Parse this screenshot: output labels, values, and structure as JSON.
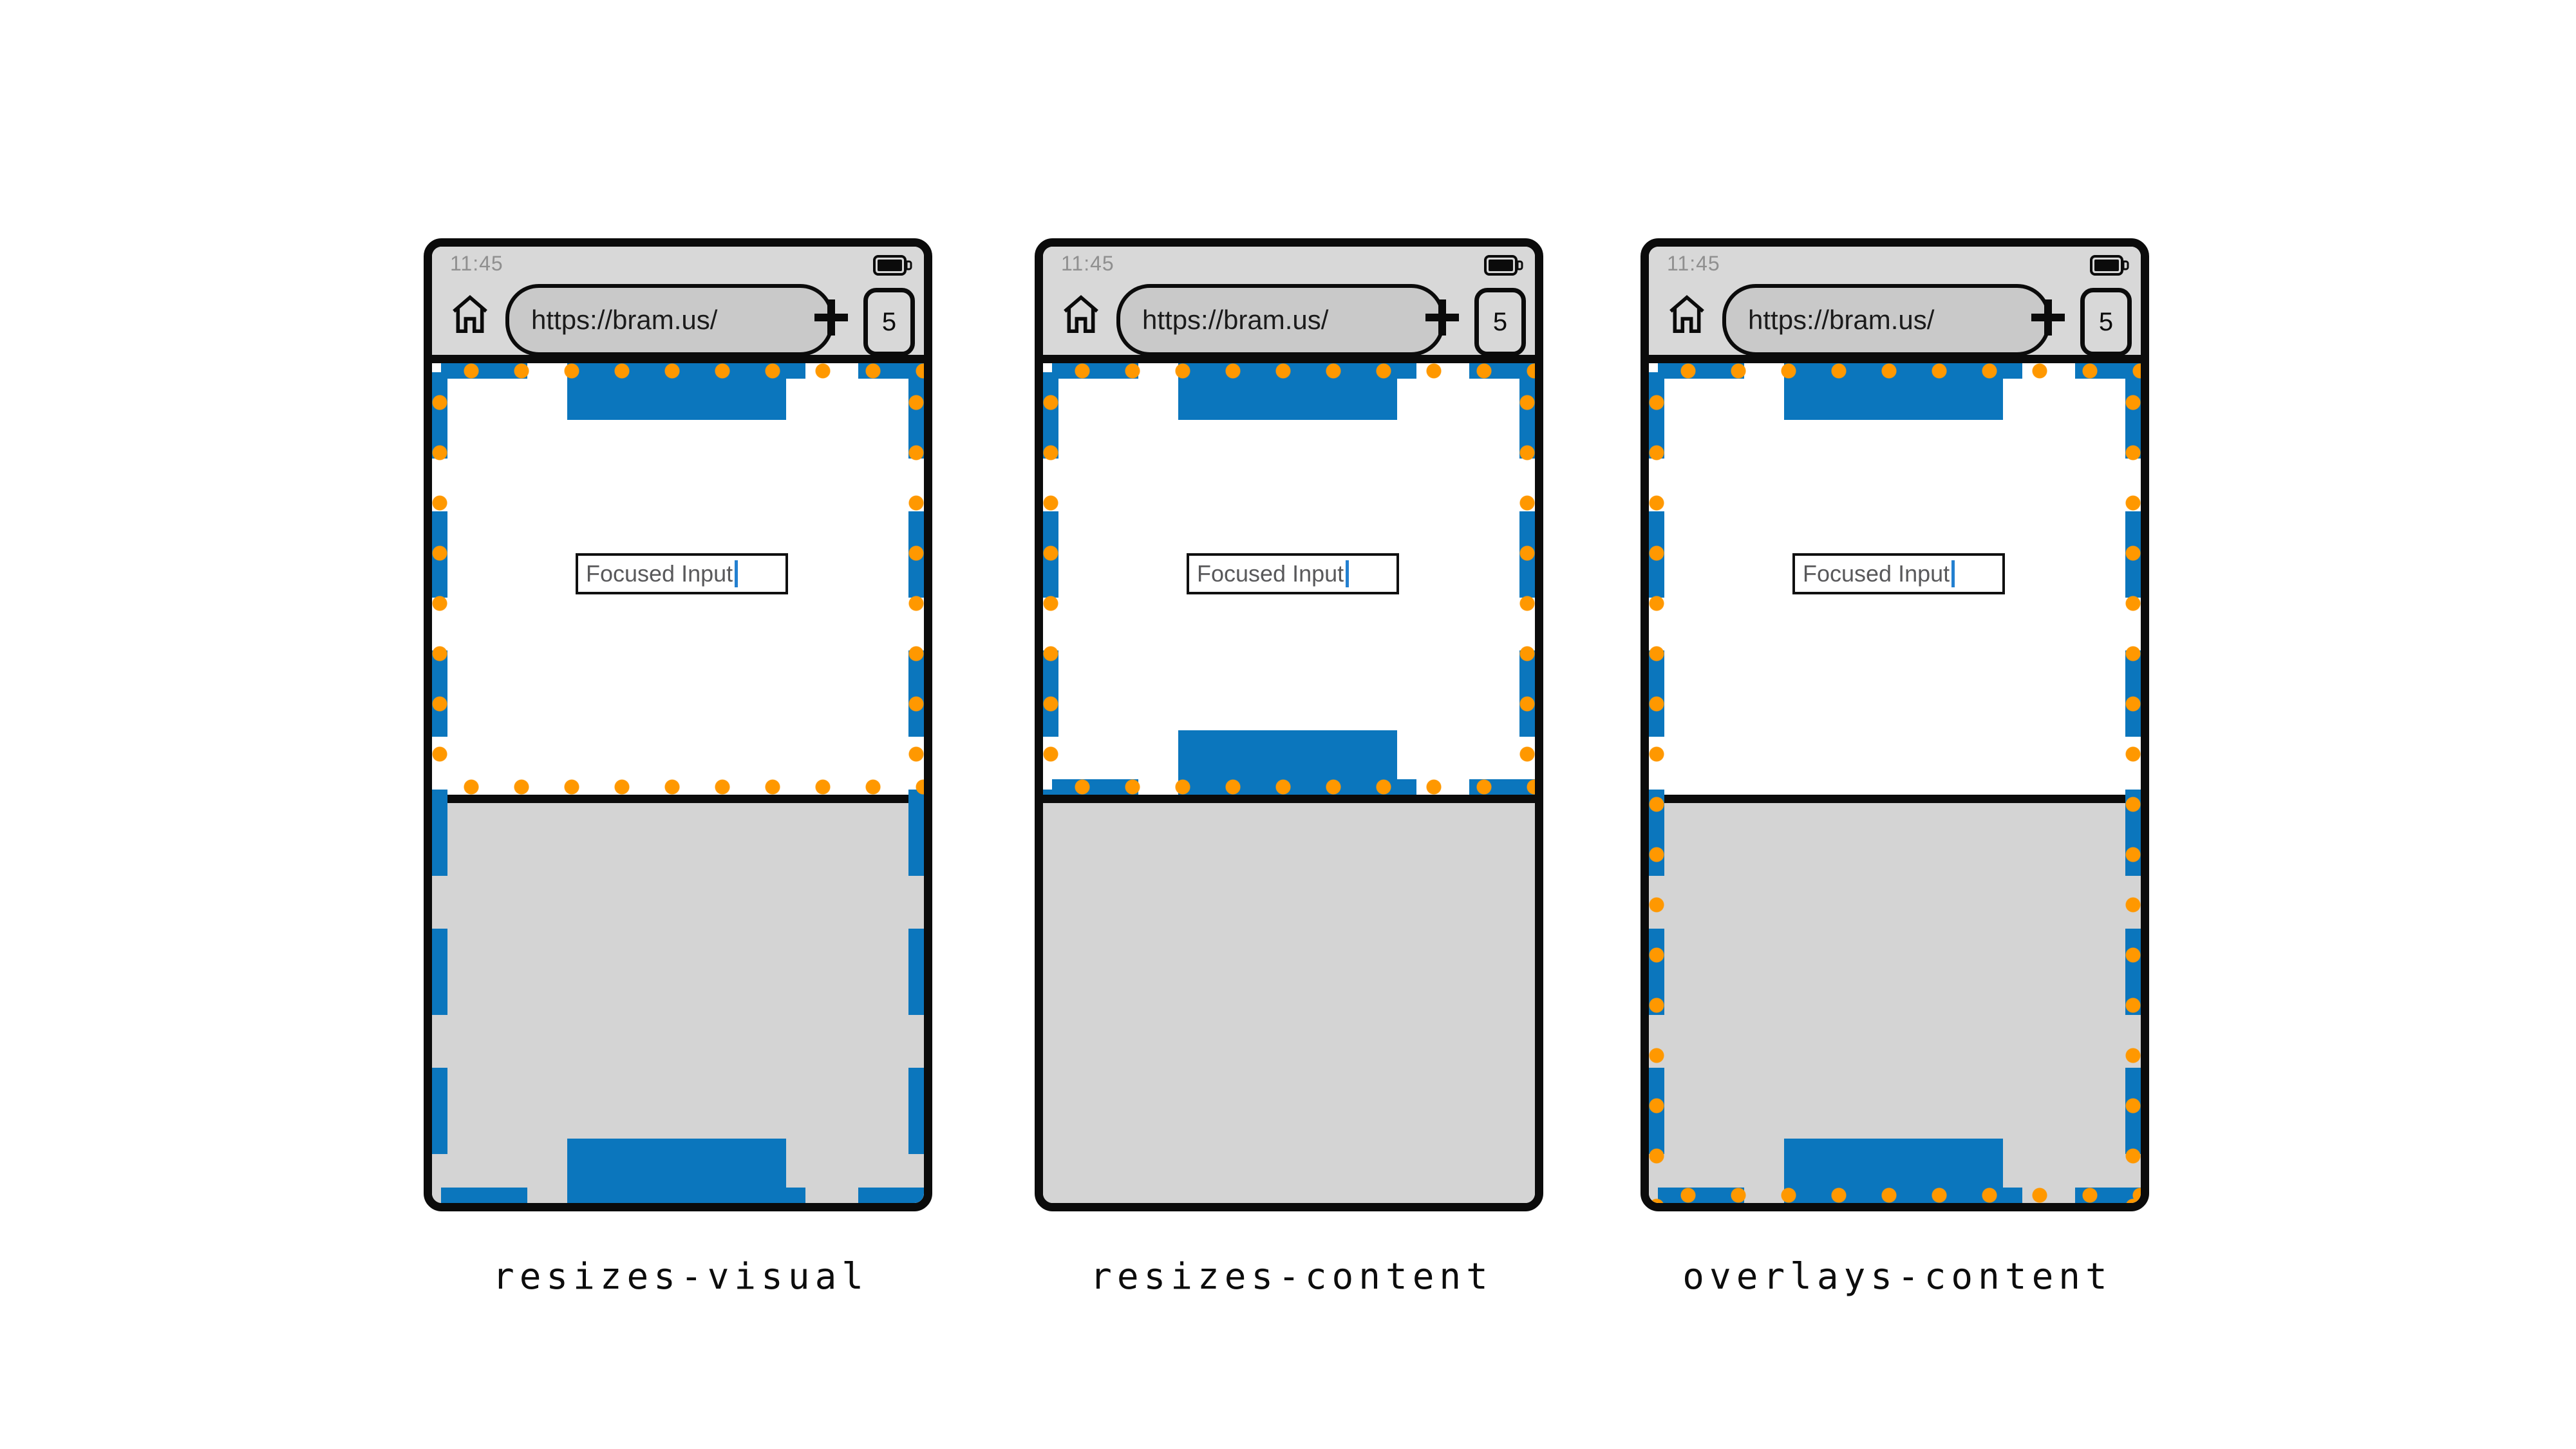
{
  "colors": {
    "viewport_blue": "#0b76bd",
    "dot_orange": "#ff9800",
    "chrome_gray": "#d8d8d8",
    "keyboard_gray": "#d4d4d4",
    "url_pill_gray": "#c9c9c9",
    "caret_blue": "#2380d0"
  },
  "phones": [
    {
      "label": "resizes-visual",
      "status_bar": {
        "time": "11:45",
        "battery_icon": "battery-full"
      },
      "browser": {
        "home_icon": "home",
        "url": "https://bram.us/",
        "new_tab_icon": "plus",
        "tab_count": "5"
      },
      "page": {
        "input_value": "Focused Input",
        "header_bar": "fixed-header",
        "footer_bar": "fixed-footer"
      },
      "viewports": {
        "layout_viewport": "extends-under-keyboard",
        "visual_viewport": "resizes-above-keyboard"
      }
    },
    {
      "label": "resizes-content",
      "status_bar": {
        "time": "11:45",
        "battery_icon": "battery-full"
      },
      "browser": {
        "home_icon": "home",
        "url": "https://bram.us/",
        "new_tab_icon": "plus",
        "tab_count": "5"
      },
      "page": {
        "input_value": "Focused Input",
        "header_bar": "fixed-header",
        "footer_bar": "fixed-footer"
      },
      "viewports": {
        "layout_viewport": "resizes-above-keyboard",
        "visual_viewport": "resizes-above-keyboard"
      }
    },
    {
      "label": "overlays-content",
      "status_bar": {
        "time": "11:45",
        "battery_icon": "battery-full"
      },
      "browser": {
        "home_icon": "home",
        "url": "https://bram.us/",
        "new_tab_icon": "plus",
        "tab_count": "5"
      },
      "page": {
        "input_value": "Focused Input",
        "header_bar": "fixed-header",
        "footer_bar": "fixed-footer"
      },
      "viewports": {
        "layout_viewport": "extends-under-keyboard",
        "visual_viewport": "extends-under-keyboard"
      }
    }
  ]
}
